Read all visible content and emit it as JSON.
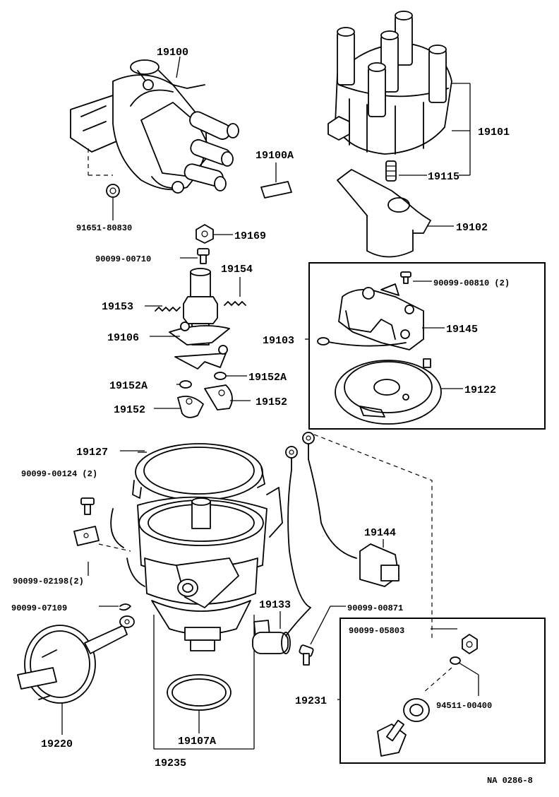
{
  "diagram": {
    "code": "NA 0286-8",
    "parts": {
      "distributor_assy": "19100",
      "distributor_cap": "19101",
      "rotor": "19102",
      "breaker_assy": "19103",
      "governor_shaft": "19106",
      "o_ring": "19107A",
      "insulator_seal": "19100A",
      "carbon_piece": "19115",
      "signal_rotor_plate": "19145",
      "breaker_plate": "19122",
      "clamp_ring": "19127",
      "condenser": "19133",
      "cord": "19144",
      "governor_weight_left": "19152",
      "governor_weight_right": "19152",
      "clip_left": "19152A",
      "clip_right": "19152A",
      "spring_left": "19153",
      "spring_right": "19154",
      "cap_nut": "19169",
      "vacuum_advancer": "19220",
      "housing": "19235",
      "bracket": "19231",
      "seal_plug": "91651-80830",
      "screw_shaft": "90099-00710",
      "screw_breaker": "90099-00810 (2)",
      "screw_clamp": "90099-00124 (2)",
      "clip_plate": "90099-02198(2)",
      "e_ring": "90099-07109",
      "screw_bracket": "90099-00871",
      "nut": "90099-05803",
      "washer": "94511-00400"
    }
  }
}
